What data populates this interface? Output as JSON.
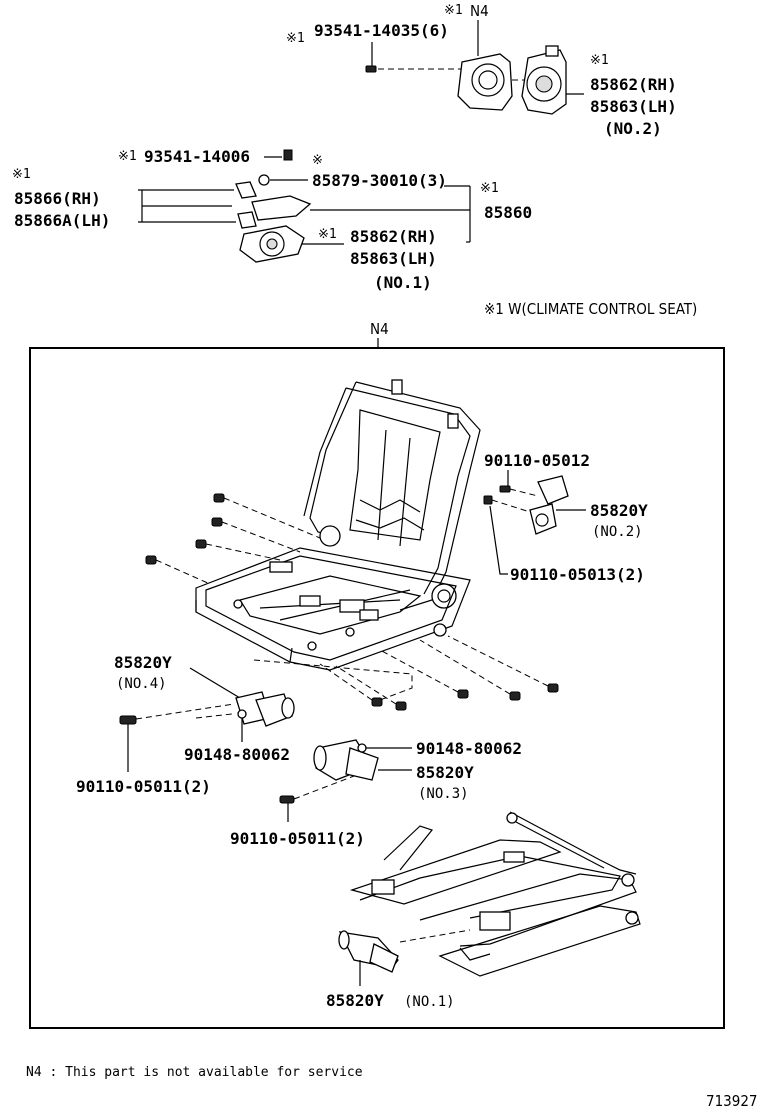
{
  "diagram": {
    "labels": {
      "top_bolt_mark": "※1",
      "top_bolt_no": "93541-14035(6)",
      "top_n4_mark": "※1",
      "top_n4_code": "N4",
      "no2_mark": "※1",
      "no2_rh": "85862(RH)",
      "no2_lh": "85863(LH)",
      "no2_label": "(NO.2)",
      "mid_bolt_mark": "※1",
      "mid_bolt_no": "93541-14006",
      "clip_mark": "※",
      "clip_no": "85879-30010(3)",
      "left_mark": "※1",
      "left_rh": "85866(RH)",
      "left_lh": "85866A(LH)",
      "right_mark": "※1",
      "right_no": "85860",
      "no1_mark": "※1",
      "no1_rh": "85862(RH)",
      "no1_lh": "85863(LH)",
      "no1_label": "(NO.1)",
      "climate_note": "※1 W(CLIMATE CONTROL SEAT)",
      "frame_code": "N4",
      "motor2_bolt": "90110-05012",
      "motor2_no": "85820Y",
      "motor2_label": "(NO.2)",
      "motor2_bolt2": "90110-05013(2)",
      "motor4_no": "85820Y",
      "motor4_label": "(NO.4)",
      "motor4_screw": "90148-80062",
      "motor4_bolt": "90110-05011(2)",
      "motor3_screw": "90148-80062",
      "motor3_no": "85820Y",
      "motor3_label": "(NO.3)",
      "motor3_bolt": "90110-05011(2)",
      "motor1_no": "85820Y",
      "motor1_label": "(NO.1)"
    },
    "footnote": "N4 : This part is not available for service",
    "figure_id": "713927"
  }
}
